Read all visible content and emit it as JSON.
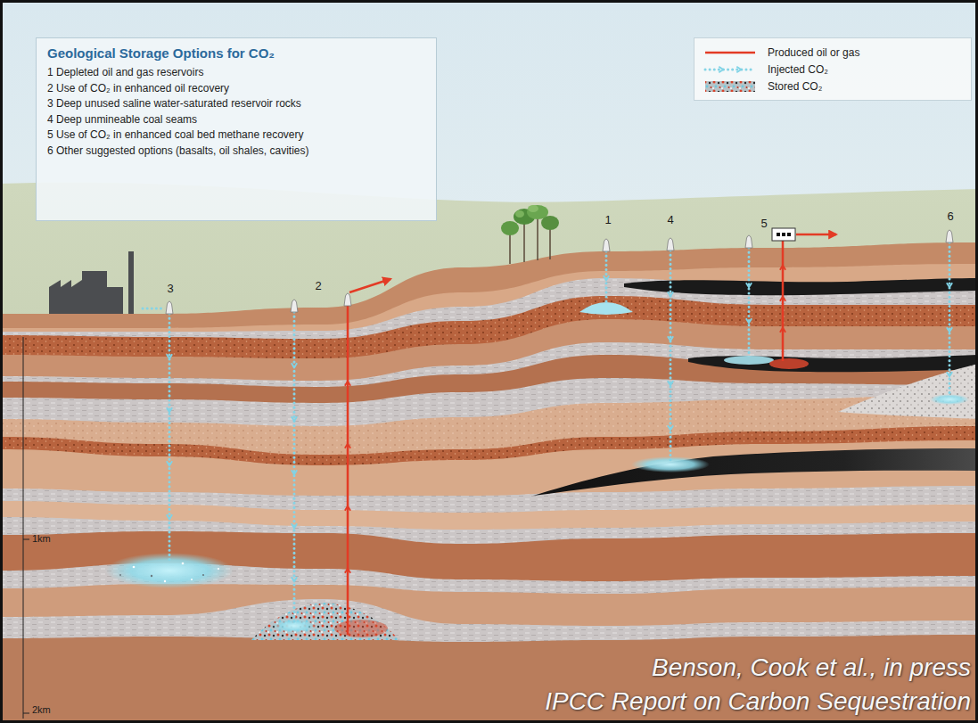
{
  "diagram": {
    "nodes": [
      {
        "text": [
          "Geological Storage Options for CO₂",
          "1 Depleted oil and gas reservoirs",
          "2 Use of CO₂ in enhanced oil recovery",
          "3 Deep unused saline water-saturated reservoir rocks",
          "4 Deep unmineable coal seams",
          "5 Use of CO₂ in enhanced coal bed methane recovery",
          "6 Other suggested options (basalts, oil shales, cavities)"
        ]
      }
    ],
    "labels": [
      "3",
      "2",
      "1",
      "4",
      "5",
      "6",
      "1km",
      "2km",
      "Benson, Cook et al., in press",
      "IPCC Report on Carbon Sequestration"
    ],
    "legend": [
      {
        "text": "Produced oil or gas"
      },
      {
        "text": "Injected CO₂"
      },
      {
        "text": "Stored CO₂"
      }
    ]
  }
}
